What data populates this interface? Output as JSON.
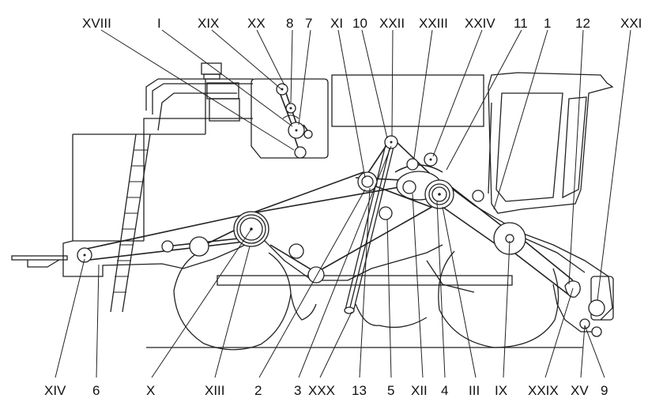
{
  "labels_top": [
    "XVIII",
    "I",
    "XIX",
    "XX",
    "8",
    "7",
    "XI",
    "10",
    "XXII",
    "XXIII",
    "XXIV",
    "11",
    "1",
    "12",
    "XXI"
  ],
  "labels_bottom": [
    "XIV",
    "6",
    "X",
    "XIII",
    "2",
    "3",
    "XXX",
    "13",
    "5",
    "XII",
    "4",
    "III",
    "IX",
    "XXIX",
    "XV",
    "9"
  ]
}
